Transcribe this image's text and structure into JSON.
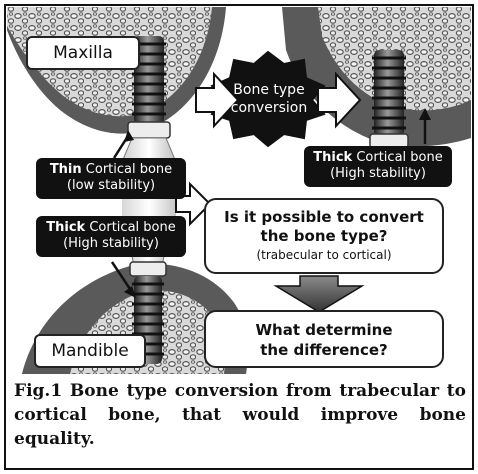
{
  "labels": {
    "maxilla": "Maxilla",
    "mandible": "Mandible",
    "conversion_line1": "Bone type",
    "conversion_line2": "conversion",
    "thin_word": "Thin",
    "thin_rest": " Cortical bone",
    "thin_sub": "(low stability)",
    "thick_word": "Thick",
    "thick_rest": " Cortical bone",
    "thick_sub": "(High stability)",
    "question_line1": "Is it possible to convert",
    "question_line2": "the bone type?",
    "question_sub": "(trabecular to cortical)",
    "determine_line1": "What determine",
    "determine_line2": "the difference?"
  },
  "caption": "Fig.1 Bone type conversion from trabecular to cortical bone, that would improve bone equality.",
  "colors": {
    "bone_dark": "#555555",
    "trabecular": "#bdbdbd",
    "box_black": "#111111",
    "arrow_fill": "#ffffff",
    "arrow_dark": "#444444"
  }
}
